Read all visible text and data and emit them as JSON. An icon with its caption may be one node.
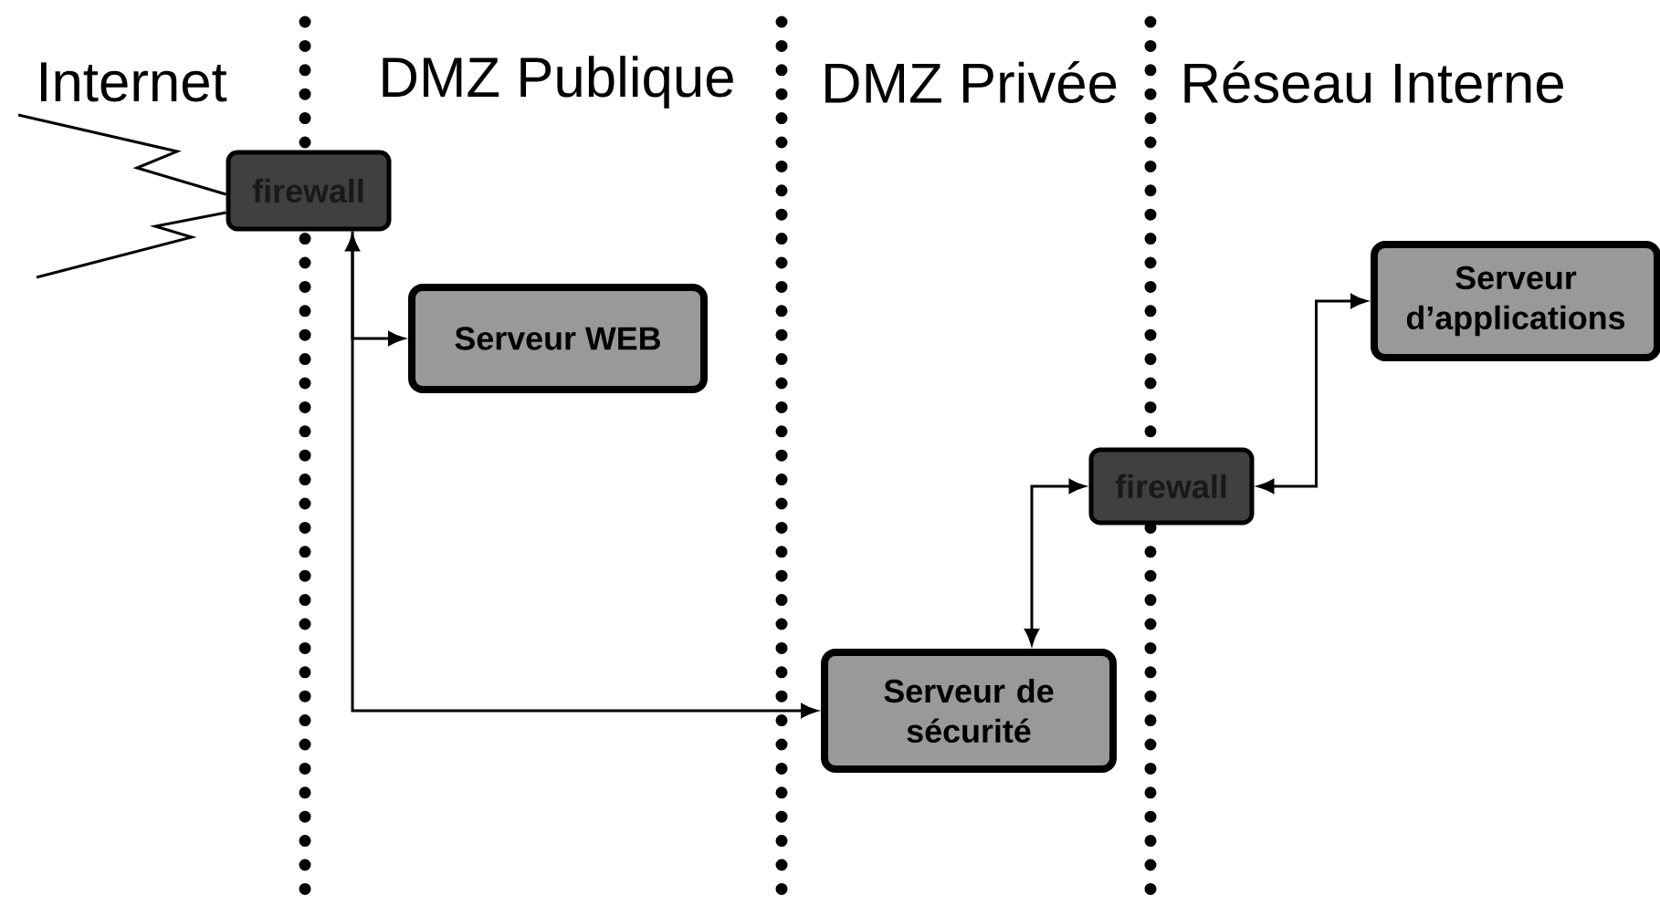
{
  "diagram": {
    "nodes": [
      {
        "text": [
          "firewall"
        ]
      },
      {
        "text": [
          "Serveur WEB"
        ]
      },
      {
        "text": [
          "Serveur de sécurité"
        ]
      },
      {
        "text": [
          "firewall"
        ]
      },
      {
        "text": [
          "Serveur d’applications"
        ]
      }
    ],
    "edges": [
      {
        "from": 0,
        "to": 2,
        "arrow": "both"
      },
      {
        "from": 0,
        "to": 1,
        "arrow": "to"
      },
      {
        "from": 2,
        "to": 3,
        "arrow": "both"
      },
      {
        "from": 3,
        "to": 4,
        "arrow": "both"
      },
      {
        "from": null,
        "to": 0,
        "arrow": "none"
      },
      {
        "from": null,
        "to": 0,
        "arrow": "none"
      }
    ],
    "labels": [
      "Internet",
      "DMZ Publique",
      "DMZ Privée",
      "Réseau Interne"
    ]
  }
}
